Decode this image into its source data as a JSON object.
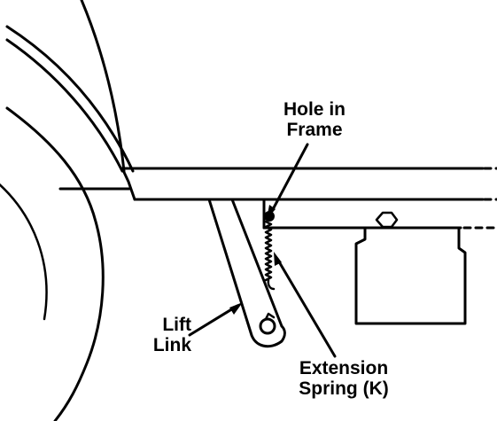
{
  "labels": {
    "hole_in_frame": {
      "line1": "Hole in",
      "line2": "Frame"
    },
    "lift_link": {
      "line1": "Lift",
      "line2": "Link"
    },
    "extension_spring": {
      "line1": "Extension",
      "line2": "Spring (K)"
    }
  },
  "colors": {
    "ink": "#000000",
    "paper": "#ffffff"
  }
}
